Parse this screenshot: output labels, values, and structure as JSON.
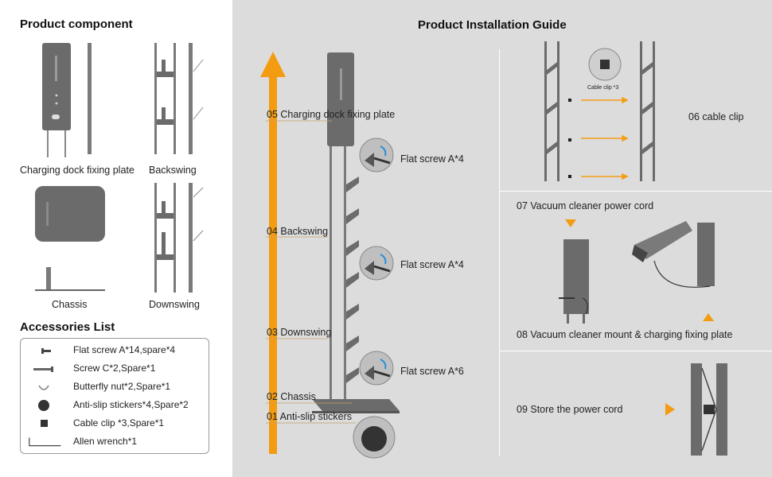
{
  "left": {
    "components_title": "Product component",
    "components": [
      {
        "label": "Charging dock fixing plate"
      },
      {
        "label": "Backswing"
      },
      {
        "label": "Chassis"
      },
      {
        "label": "Downswing"
      }
    ],
    "accessories_title": "Accessories List",
    "accessories": [
      {
        "label": "Flat screw A*14,spare*4",
        "icon": "flat-screw-icon"
      },
      {
        "label": "Screw C*2,Spare*1",
        "icon": "screw-c-icon"
      },
      {
        "label": "Butterfly nut*2,Spare*1",
        "icon": "butterfly-nut-icon"
      },
      {
        "label": "Anti-slip stickers*4,Spare*2",
        "icon": "anti-slip-sticker-icon"
      },
      {
        "label": "Cable clip *3,Spare*1",
        "icon": "cable-clip-icon"
      },
      {
        "label": "Allen wrench*1",
        "icon": "allen-wrench-icon"
      }
    ]
  },
  "right": {
    "title": "Product Installation Guide",
    "steps": {
      "s05": "05 Charging dock fixing plate",
      "s04": "04 Backswing",
      "s03": "03 Downswing",
      "s02": "02 Chassis",
      "s01": "01 Anti-slip stickers",
      "screw1": "Flat screw A*4",
      "screw2": "Flat screw A*4",
      "screw3": "Flat screw A*6",
      "s06": "06 cable clip",
      "cable_clip_tag": "Cable clip *3",
      "s07": "07 Vacuum cleaner power cord",
      "s08": "08 Vacuum cleaner mount & charging fixing plate",
      "s09": "09 Store the power cord"
    },
    "colors": {
      "accent": "#f39c12",
      "panel_bg": "#dcdcdc",
      "metal": "#6b6b6b"
    }
  }
}
